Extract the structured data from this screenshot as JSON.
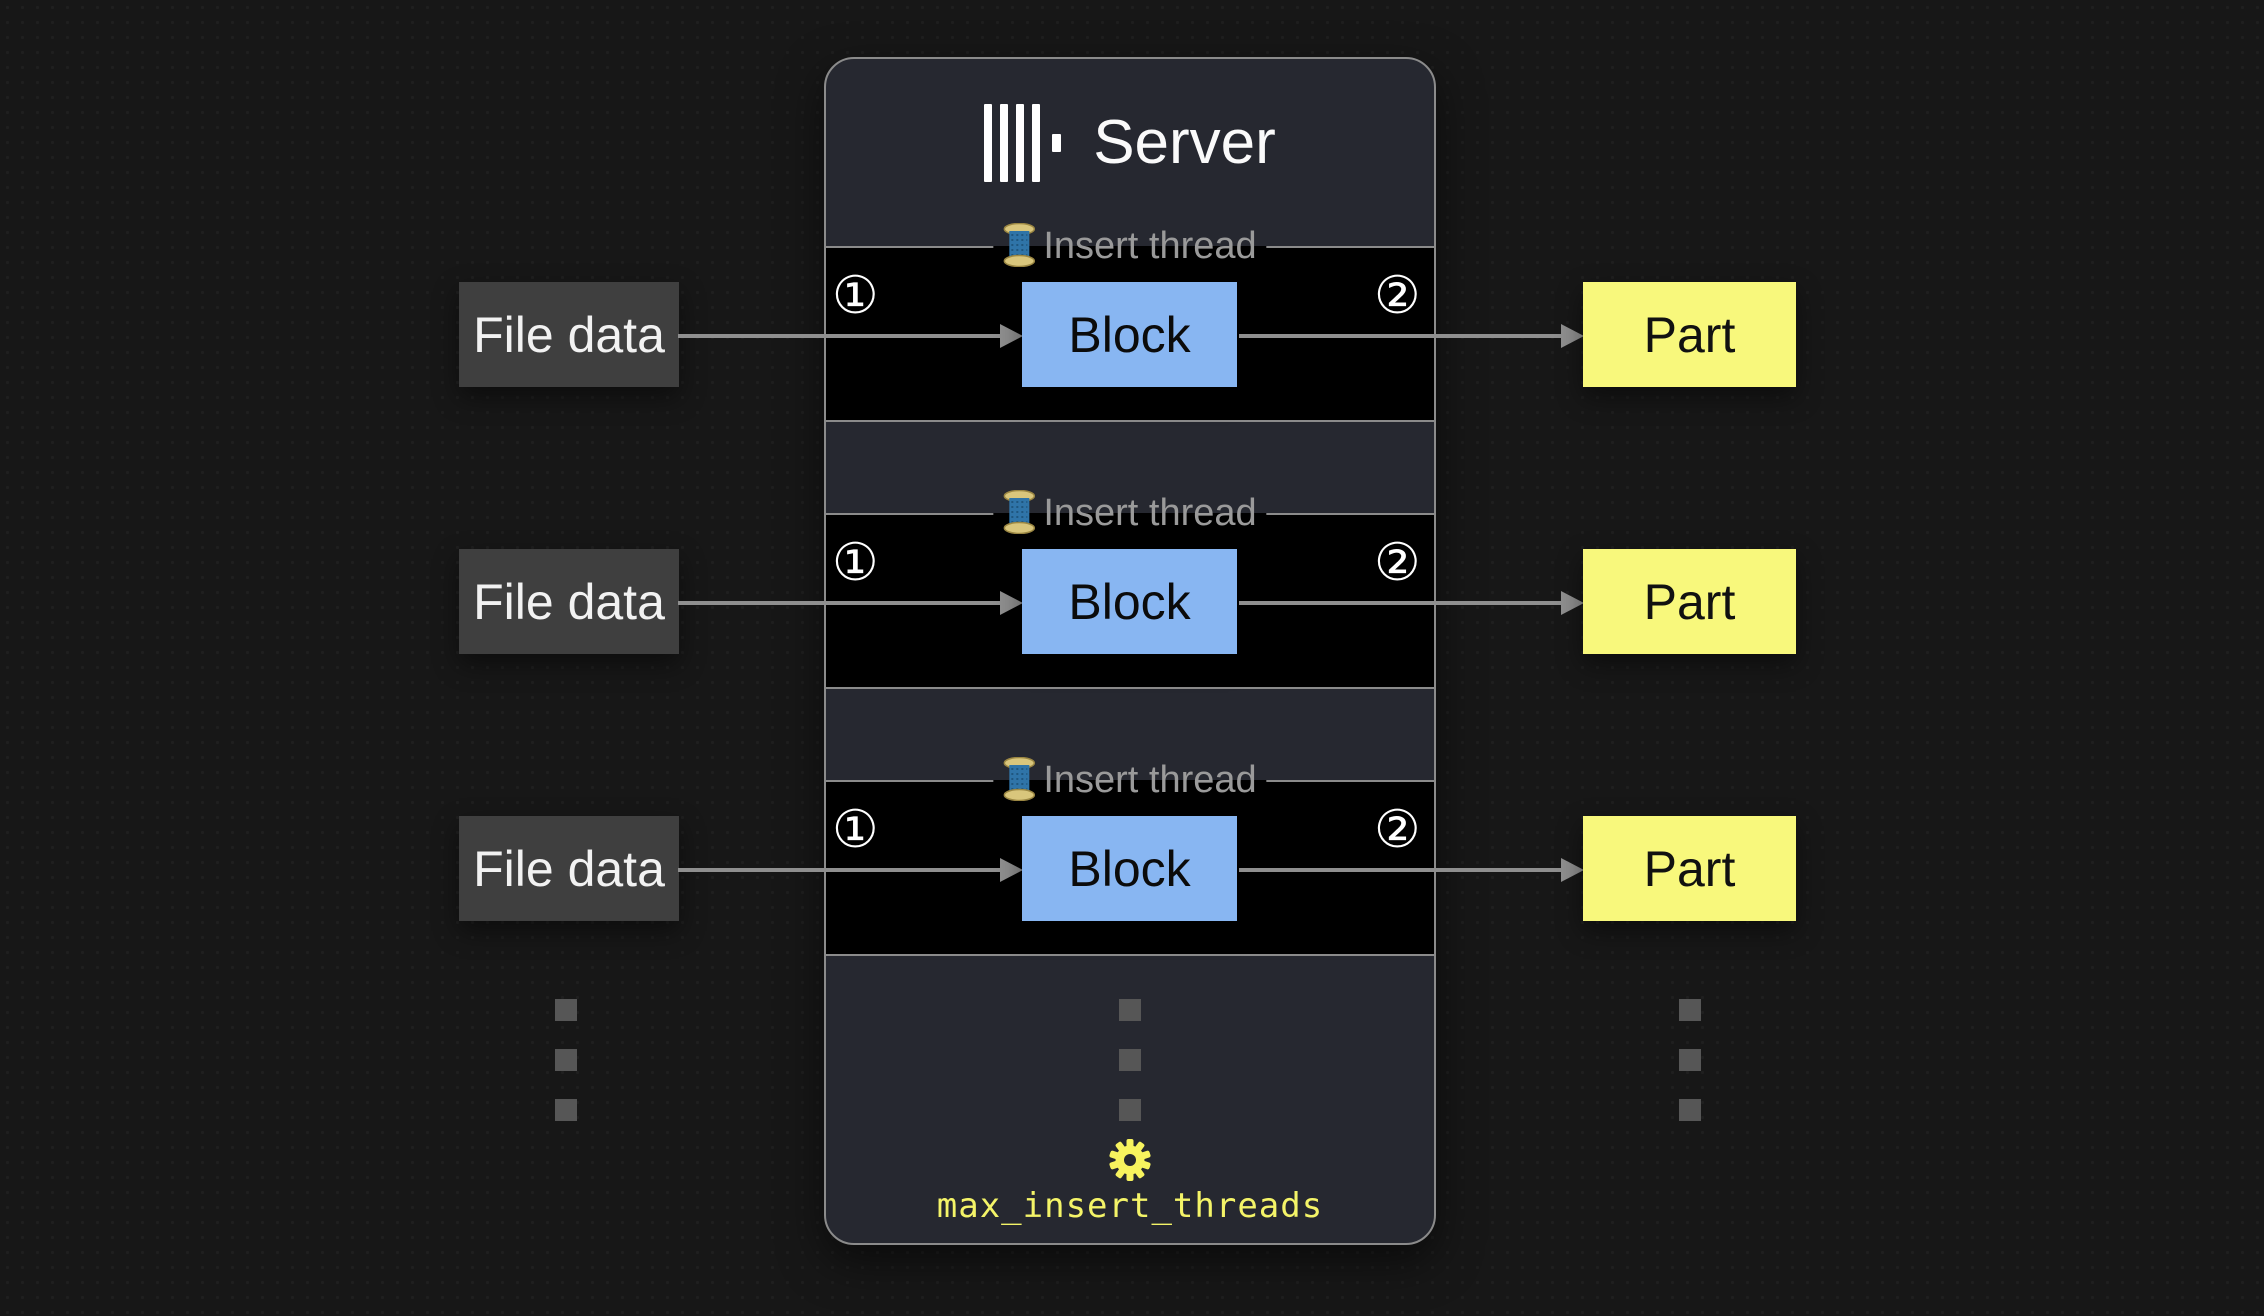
{
  "server": {
    "title": "Server",
    "logo": "clickhouse-logo",
    "setting_label": "max_insert_threads"
  },
  "rows": [
    {
      "source": "File data",
      "thread_label": "Insert thread",
      "step_in": "①",
      "block": "Block",
      "step_out": "②",
      "output": "Part"
    },
    {
      "source": "File data",
      "thread_label": "Insert thread",
      "step_in": "①",
      "block": "Block",
      "step_out": "②",
      "output": "Part"
    },
    {
      "source": "File data",
      "thread_label": "Insert thread",
      "step_in": "①",
      "block": "Block",
      "step_out": "②",
      "output": "Part"
    }
  ],
  "colors": {
    "page_bg": "#171717",
    "server_bg": "#262830",
    "panel_bg": "#000000",
    "border_gray": "#8b8b8b",
    "arrow_gray": "#8f8f8f",
    "block_blue": "#88b6f2",
    "part_yellow": "#f8f87c",
    "source_gray": "#3f3f3f",
    "accent_yellow": "#f4f468",
    "legend_gray": "#9a9a9a"
  }
}
